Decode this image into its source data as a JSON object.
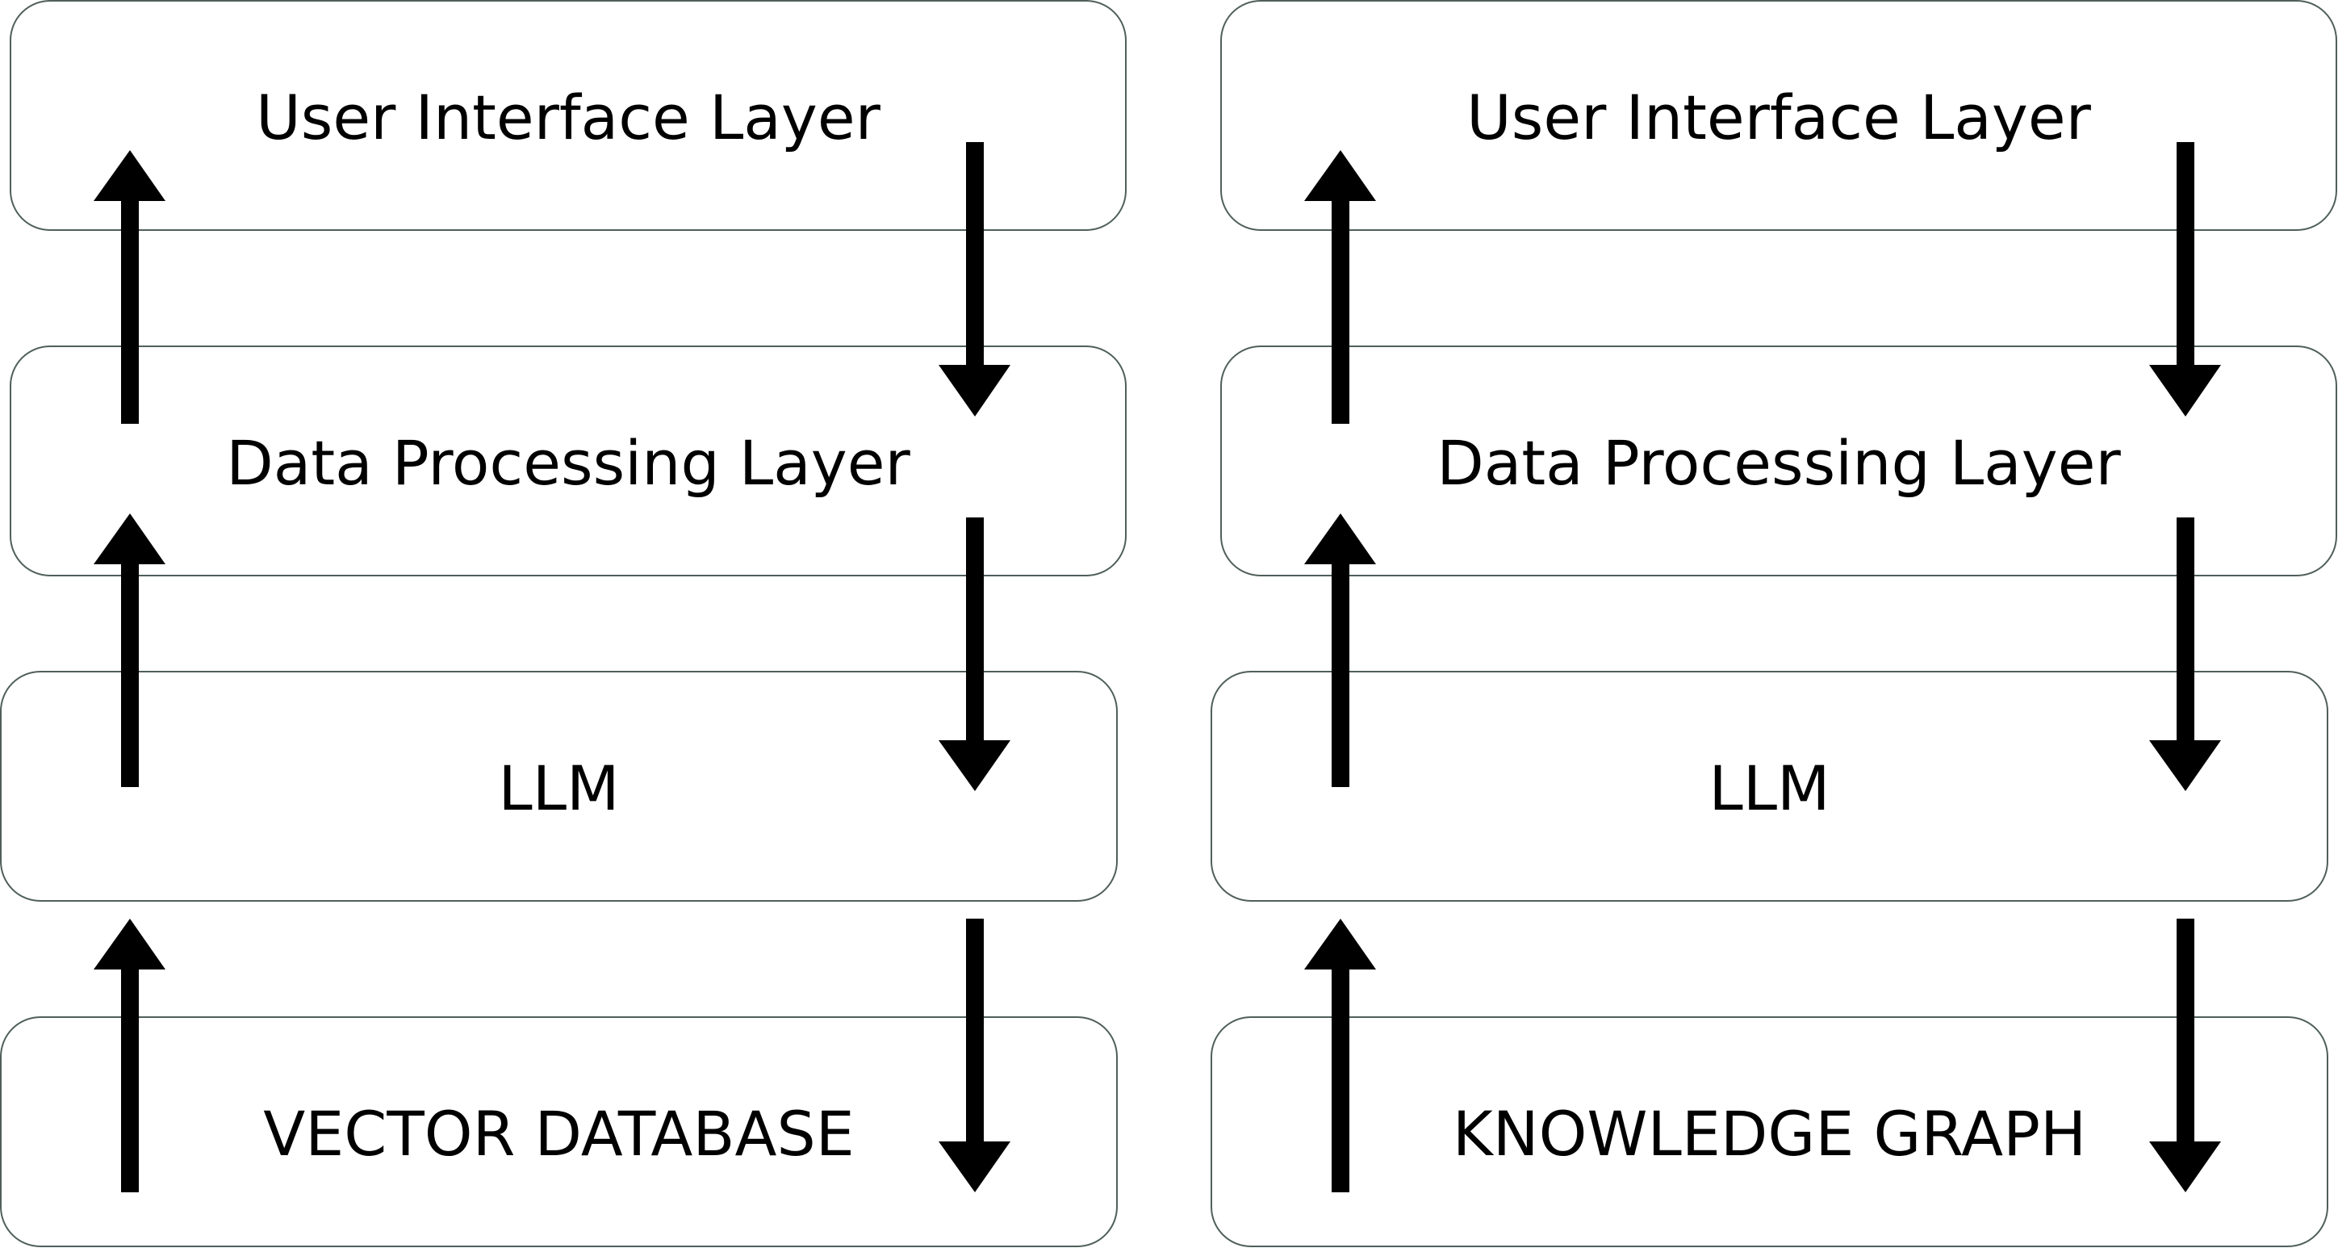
{
  "diagrams": [
    {
      "layers": [
        {
          "label": "User Interface Layer"
        },
        {
          "label": "Data Processing Layer"
        },
        {
          "label": "LLM"
        },
        {
          "label": "VECTOR DATABASE"
        }
      ]
    },
    {
      "layers": [
        {
          "label": "User Interface Layer"
        },
        {
          "label": "Data Processing Layer"
        },
        {
          "label": "LLM"
        },
        {
          "label": "KNOWLEDGE GRAPH"
        }
      ]
    }
  ],
  "colors": {
    "border": "#4f5f5c",
    "arrow": "#000000",
    "text": "#000000",
    "background": "#ffffff"
  }
}
